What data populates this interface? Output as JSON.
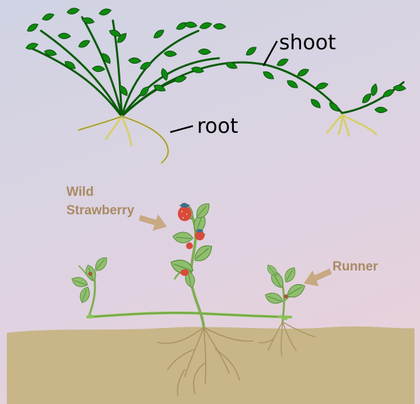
{
  "top_diagram": {
    "shoot_label": "shoot",
    "root_label": "root",
    "leaf_color": "#0e8a0e",
    "stem_color": "#0a5a0a",
    "root_color": "#d6cf6e"
  },
  "bottom_diagram": {
    "parent_label_line1": "Wild",
    "parent_label_line2": "Strawberry",
    "runner_label": "Runner",
    "label_color": "#a98a62",
    "arrow_color": "#c7a982",
    "soil_color": "#c8b588",
    "leaf_color": "#8fbf6d",
    "berry_color": "#d94a3c"
  }
}
